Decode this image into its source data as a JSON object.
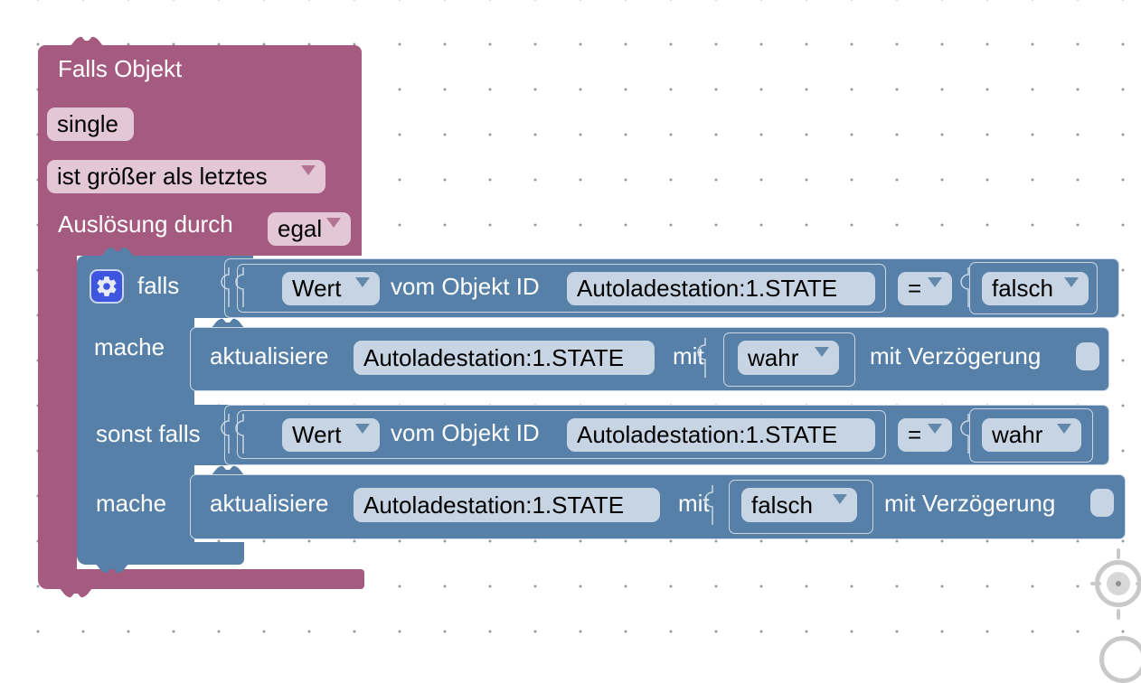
{
  "colors": {
    "purple": "#A55B80",
    "purple_field": "#E3C7D7",
    "purple_arrow": "#B37493",
    "blue": "#5780A8",
    "blue_field": "#C6D4E4",
    "block_outline": "#CBD7E4",
    "label_text": "#FFFFFF",
    "field_text": "#000000",
    "gear_bg": "#3D56E0",
    "gear_border": "#C9D4EC",
    "gear_glyph": "#E6EBF7",
    "grid_dot": "#97999B",
    "nav_gray": "#C9C9C9",
    "nav_inner": "#D8D8D8",
    "nav_center": "#909090"
  },
  "trigger_block": {
    "title": "Falls Objekt",
    "object_field": "single",
    "condition_dropdown": "ist größer als letztes",
    "trigger_label": "Auslösung durch",
    "trigger_dropdown": "egal"
  },
  "if_block": {
    "gear_icon": "gear-icon",
    "branches": [
      {
        "keyword": "falls",
        "do_label": "mache",
        "condition": {
          "source_dropdown": "Wert",
          "of_object_label": "vom Objekt ID",
          "object_id": "Autoladestation:1.STATE",
          "operator": "=",
          "value_dropdown": "falsch"
        },
        "action": {
          "verb_label": "aktualisiere",
          "object_id": "Autoladestation:1.STATE",
          "with_label": "mit",
          "value_dropdown": "wahr",
          "delay_label": "mit Verzögerung",
          "delay_checked": false
        }
      },
      {
        "keyword": "sonst falls",
        "do_label": "mache",
        "condition": {
          "source_dropdown": "Wert",
          "of_object_label": "vom Objekt ID",
          "object_id": "Autoladestation:1.STATE",
          "operator": "=",
          "value_dropdown": "wahr"
        },
        "action": {
          "verb_label": "aktualisiere",
          "object_id": "Autoladestation:1.STATE",
          "with_label": "mit",
          "value_dropdown": "falsch",
          "delay_label": "mit Verzögerung",
          "delay_checked": false
        }
      }
    ]
  },
  "nav": {
    "crosshair_icon": "crosshair-icon",
    "zoom_icon": "zoom-circle-icon"
  }
}
